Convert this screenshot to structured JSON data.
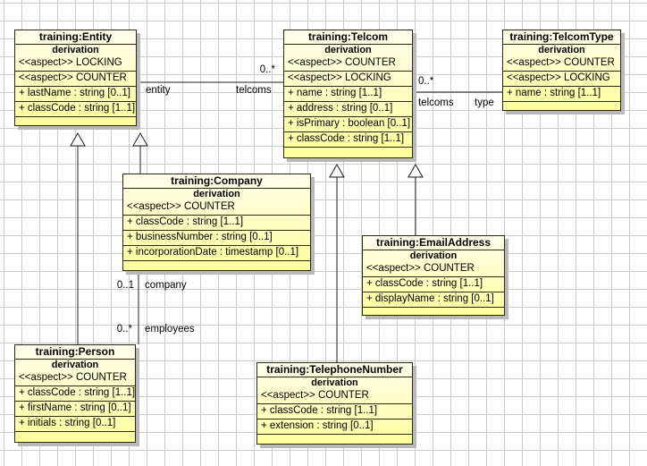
{
  "diagram": {
    "kind": "uml-class-diagram",
    "grid_color": "#cccccc",
    "box_fill_top": "#fffdec",
    "box_fill_bottom": "#ffff9c",
    "box_border_color": "#2a2a12",
    "shadow_color": "#b9b9b9",
    "line_color": "#1f1f1f"
  },
  "classes": {
    "entity": {
      "title": "training:Entity",
      "derivation": "derivation",
      "rows": [
        "<<aspect>> LOCKING",
        "<<aspect>> COUNTER",
        "+ lastName : string [0..1]",
        "+ classCode : string [1..1]"
      ]
    },
    "telcom": {
      "title": "training:Telcom",
      "derivation": "derivation",
      "rows": [
        "<<aspect>> COUNTER",
        "<<aspect>> LOCKING",
        "+ name : string [1..1]",
        "+ address : string [0..1]",
        "+ isPrimary : boolean [0..1]",
        "+ classCode : string [1..1]"
      ]
    },
    "telcomtype": {
      "title": "training:TelcomType",
      "derivation": "derivation",
      "rows": [
        "<<aspect>> COUNTER",
        "<<aspect>> LOCKING",
        "+ name : string [1..1]"
      ]
    },
    "company": {
      "title": "training:Company",
      "derivation": "derivation",
      "rows": [
        "<<aspect>> COUNTER",
        "+ classCode : string [1..1]",
        "+ businessNumber : string [0..1]",
        "+ incorporationDate : timestamp [0..1]"
      ]
    },
    "emailaddress": {
      "title": "training:EmailAddress",
      "derivation": "derivation",
      "rows": [
        "<<aspect>> COUNTER",
        "+ classCode : string [1..1]",
        "+ displayName : string [0..1]"
      ]
    },
    "person": {
      "title": "training:Person",
      "derivation": "derivation",
      "rows": [
        "<<aspect>> COUNTER",
        "+ classCode : string [1..1]",
        "+ firstName : string [0..1]",
        "+ initials : string [0..1]"
      ]
    },
    "telephonenumber": {
      "title": "training:TelephoneNumber",
      "derivation": "derivation",
      "rows": [
        "<<aspect>> COUNTER",
        "+ classCode : string [1..1]",
        "+ extension : string [0..1]"
      ]
    }
  },
  "connections": {
    "entity_telcom": {
      "multiplicity": "0..*",
      "source_role": "entity",
      "target_role": "telcoms"
    },
    "telcom_telcomtype": {
      "multiplicity": "0..*",
      "source_role": "telcoms",
      "target_role": "type"
    },
    "company_person": {
      "source_multiplicity": "0..1",
      "source_role": "company",
      "target_multiplicity": "0..*",
      "target_role": "employees"
    }
  }
}
